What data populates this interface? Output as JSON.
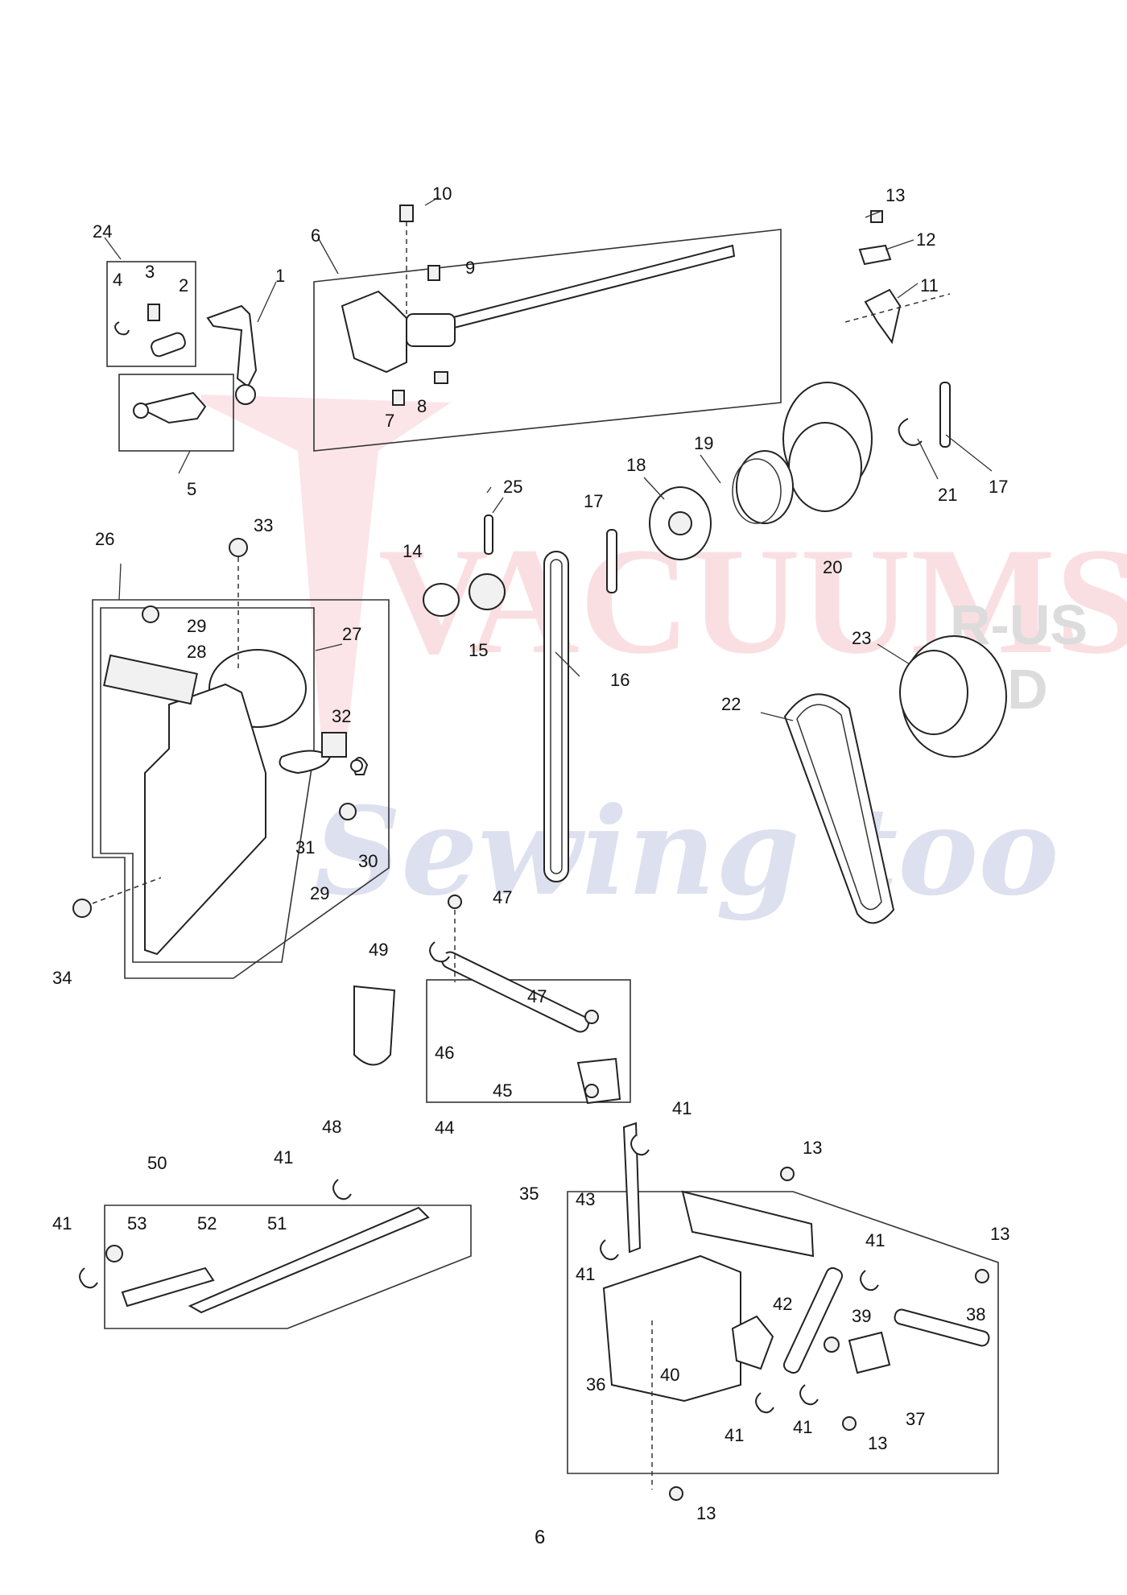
{
  "watermark": {
    "brand": "VACUUMS",
    "suffix": "R-US",
    "amp": "AND",
    "script": "Sewing too"
  },
  "callouts": [
    {
      "id": "c1",
      "text": "1"
    },
    {
      "id": "c2",
      "text": "2"
    },
    {
      "id": "c3",
      "text": "3"
    },
    {
      "id": "c4",
      "text": "4"
    },
    {
      "id": "c5",
      "text": "5"
    },
    {
      "id": "c6",
      "text": "6"
    },
    {
      "id": "c7",
      "text": "7"
    },
    {
      "id": "c8",
      "text": "8"
    },
    {
      "id": "c9",
      "text": "9"
    },
    {
      "id": "c10",
      "text": "10"
    },
    {
      "id": "c11",
      "text": "11"
    },
    {
      "id": "c12",
      "text": "12"
    },
    {
      "id": "c13",
      "text": "13"
    },
    {
      "id": "c14",
      "text": "14"
    },
    {
      "id": "c15",
      "text": "15"
    },
    {
      "id": "c16",
      "text": "16"
    },
    {
      "id": "c17",
      "text": "17"
    },
    {
      "id": "c18",
      "text": "18"
    },
    {
      "id": "c19",
      "text": "19"
    },
    {
      "id": "c20",
      "text": "20"
    },
    {
      "id": "c21",
      "text": "21"
    },
    {
      "id": "c22",
      "text": "22"
    },
    {
      "id": "c23",
      "text": "23"
    },
    {
      "id": "c24",
      "text": "24"
    },
    {
      "id": "c25",
      "text": "25"
    },
    {
      "id": "c26",
      "text": "26"
    },
    {
      "id": "c27",
      "text": "27"
    },
    {
      "id": "c28",
      "text": "28"
    },
    {
      "id": "c29",
      "text": "29"
    },
    {
      "id": "c30",
      "text": "30"
    },
    {
      "id": "c31",
      "text": "31"
    },
    {
      "id": "c32",
      "text": "32"
    },
    {
      "id": "c33",
      "text": "33"
    },
    {
      "id": "c34",
      "text": "34"
    },
    {
      "id": "c35",
      "text": "35"
    },
    {
      "id": "c36",
      "text": "36"
    },
    {
      "id": "c37",
      "text": "37"
    },
    {
      "id": "c38",
      "text": "38"
    },
    {
      "id": "c39",
      "text": "39"
    },
    {
      "id": "c40",
      "text": "40"
    },
    {
      "id": "c41",
      "text": "41"
    },
    {
      "id": "c42",
      "text": "42"
    },
    {
      "id": "c43",
      "text": "43"
    },
    {
      "id": "c44",
      "text": "44"
    },
    {
      "id": "c45",
      "text": "45"
    },
    {
      "id": "c46",
      "text": "46"
    },
    {
      "id": "c47",
      "text": "47"
    },
    {
      "id": "c48",
      "text": "48"
    },
    {
      "id": "c49",
      "text": "49"
    },
    {
      "id": "c50",
      "text": "50"
    },
    {
      "id": "c51",
      "text": "51"
    },
    {
      "id": "c52",
      "text": "52"
    },
    {
      "id": "c53",
      "text": "53"
    }
  ],
  "page_number": "6"
}
